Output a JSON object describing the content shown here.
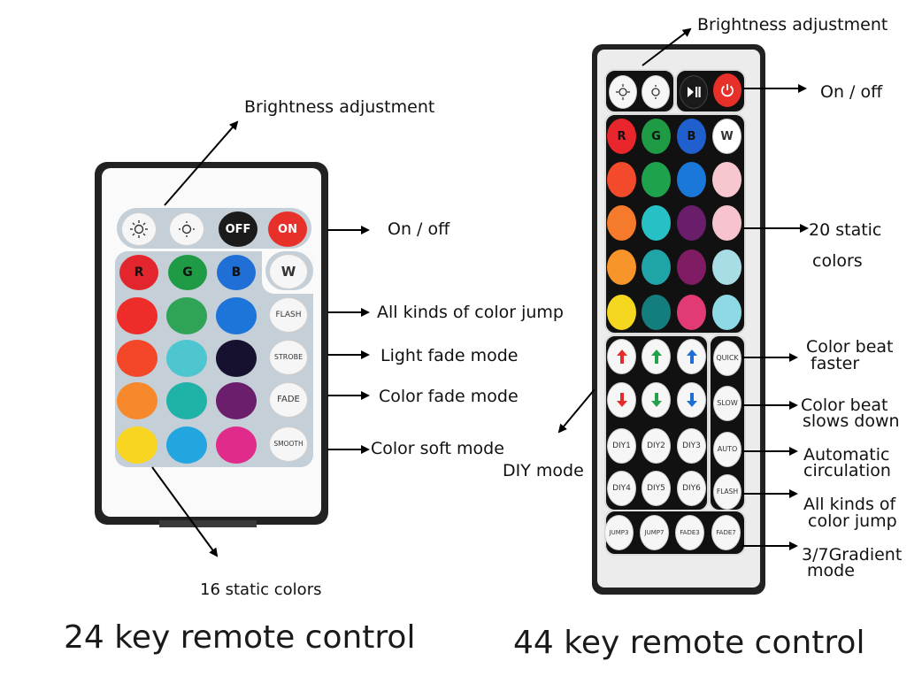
{
  "titles": {
    "left": "24 key remote control",
    "right": "44 key remote control"
  },
  "left_labels": {
    "brightness": "Brightness adjustment",
    "onoff": "On / off",
    "color_jump": "All kinds of color jump",
    "light_fade": "Light fade mode",
    "color_fade": "Color fade mode",
    "color_soft": "Color soft mode",
    "static": "16 static colors"
  },
  "right_labels": {
    "brightness": "Brightness adjustment",
    "onoff": "On / off",
    "static_line1": "20 static",
    "static_line2": "colors",
    "beat_fast_line1": "Color beat",
    "beat_fast_line2": "faster",
    "beat_slow_line1": "Color beat",
    "beat_slow_line2": "slows down",
    "auto_line1": "Automatic",
    "auto_line2": "circulation",
    "jump_line1": "All kinds of",
    "jump_line2": "color jump",
    "gradient_line1": "3/7Gradient",
    "gradient_line2": "mode",
    "diy": "DIY mode"
  },
  "remote24": {
    "keys": {
      "off": "OFF",
      "on": "ON",
      "r": "R",
      "g": "G",
      "b": "B",
      "w": "W",
      "flash": "FLASH",
      "strobe": "STROBE",
      "fade": "FADE",
      "smooth": "SMOOTH"
    },
    "colors": {
      "red": "#e3262d",
      "green": "#1f9a45",
      "blue": "#1f6fd6",
      "row1": [
        "#ee2d2a",
        "#2fa457",
        "#1d74d9"
      ],
      "row2": [
        "#f4472a",
        "#4ec6cf",
        "#16112e"
      ],
      "row3": [
        "#f7882b",
        "#1fb2a6",
        "#6b1e6b"
      ],
      "row4": [
        "#f8d521",
        "#23a6e0",
        "#e02b8a"
      ]
    }
  },
  "remote44": {
    "keys": {
      "r": "R",
      "g": "G",
      "b": "B",
      "w": "W",
      "quick": "QUICK",
      "slow": "SLOW",
      "auto": "AUTO",
      "flash": "FLASH",
      "diy": [
        "DIY1",
        "DIY2",
        "DIY3",
        "DIY4",
        "DIY5",
        "DIY6"
      ],
      "bottom": [
        "JUMP3",
        "JUMP7",
        "FADE3",
        "FADE7"
      ]
    },
    "colors": {
      "rgbw": [
        "#e8262b",
        "#1f9a45",
        "#1f5fce",
        "#ffffff"
      ],
      "row1": [
        "#f24a2a",
        "#1fa24e",
        "#1a78d8",
        "#f7c6cf"
      ],
      "row2": [
        "#f57a2c",
        "#27c1c5",
        "#6a1d6a",
        "#f6c3ce"
      ],
      "row3": [
        "#f8952a",
        "#1fa5a8",
        "#801c63",
        "#a9dde6"
      ],
      "row4": [
        "#f6d71f",
        "#147e7e",
        "#e23a74",
        "#8dd9e6"
      ],
      "power": "#e8302a",
      "arrow_red": "#e52c2a",
      "arrow_green": "#23a04a",
      "arrow_blue": "#1e6fd5"
    },
    "icons": [
      "brightness-up-icon",
      "brightness-down-icon",
      "play-pause-icon",
      "power-icon"
    ]
  }
}
